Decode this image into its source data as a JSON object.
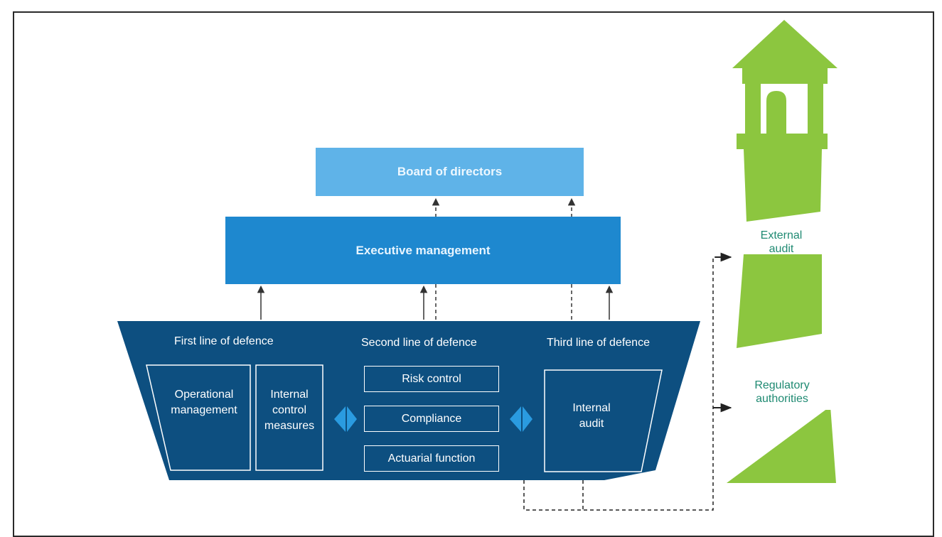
{
  "board": {
    "label": "Board of directors"
  },
  "executive": {
    "label": "Executive management"
  },
  "lines": {
    "first": "First line of defence",
    "second": "Second line of defence",
    "third": "Third line of defence"
  },
  "first_line": {
    "operational": [
      "Operational",
      "management"
    ],
    "internal_control": [
      "Internal",
      "control",
      "measures"
    ]
  },
  "second_line": {
    "items": [
      "Risk control",
      "Compliance",
      "Actuarial function"
    ]
  },
  "third_line": {
    "internal_audit": [
      "Internal",
      "audit"
    ]
  },
  "external": {
    "external_audit": [
      "External",
      "audit"
    ],
    "regulatory": [
      "Regulatory",
      "authorities"
    ]
  },
  "colors": {
    "board": "#5fb3e8",
    "executive": "#1e88cf",
    "ship": "#0d4f80",
    "lighthouse": "#8cc63f",
    "diamond": "#2a9be0"
  }
}
